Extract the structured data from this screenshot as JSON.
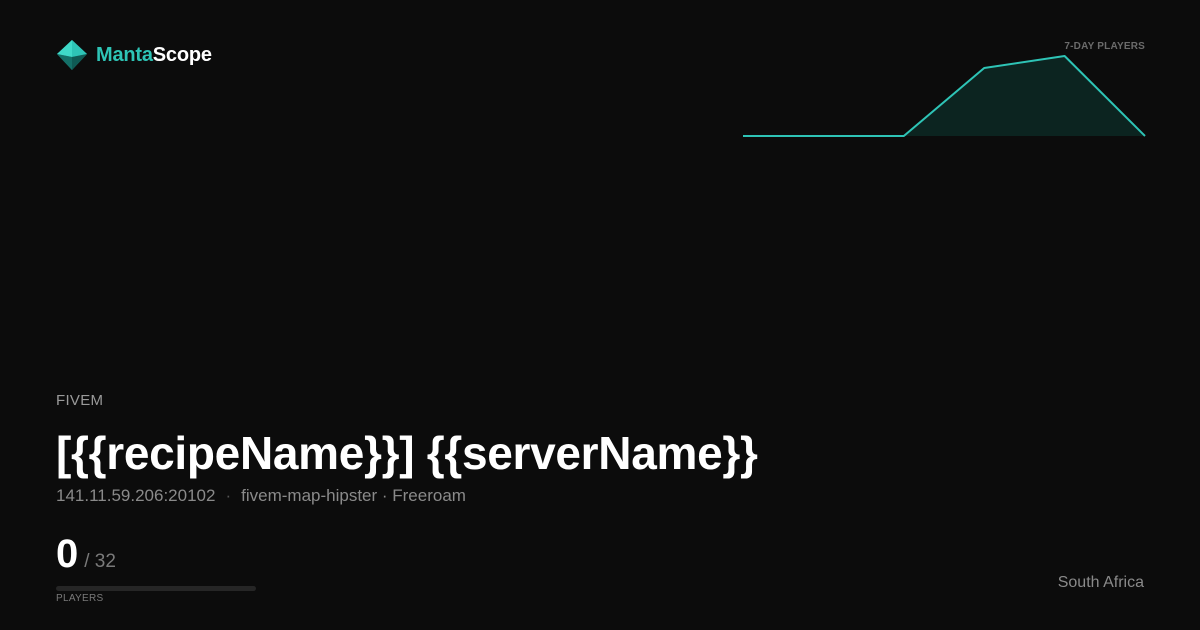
{
  "brand": {
    "name_accent": "Manta",
    "name_rest": "Scope",
    "logo_icon": "manta-diamond-icon",
    "accent_color": "#2ec4b6"
  },
  "chart_data": {
    "type": "area",
    "title": "7-DAY PLAYERS",
    "values": [
      0,
      0,
      0,
      8.5,
      10,
      0
    ],
    "color": "#2ec4b6",
    "fill": "#0c2420",
    "grid": false,
    "legend": false
  },
  "server": {
    "game": "FIVEM",
    "title": "[{{recipeName}}] {{serverName}}",
    "address": "141.11.59.206:20102",
    "separator": "·",
    "details": "fivem-map-hipster · Freeroam",
    "country": "South Africa"
  },
  "players": {
    "current": "0",
    "max_label": "/ 32",
    "label": "PLAYERS",
    "fill_fraction": 0
  }
}
